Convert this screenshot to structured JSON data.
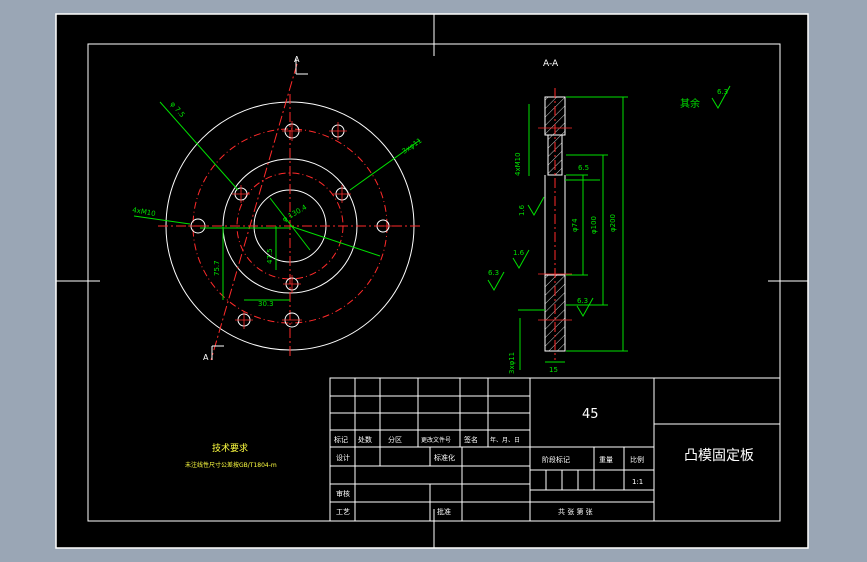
{
  "colors": {
    "background": "#9aa6b5",
    "paper": "#000000",
    "line_white": "#ffffff",
    "center_red": "#ff2a2a",
    "dimension_green": "#00e000",
    "text_yellow": "#ffff40"
  },
  "section_marker": {
    "letter_top": "A",
    "letter_bottom": "A"
  },
  "front_view": {
    "labels": {
      "hole_dia": "φ 7.5",
      "pcd": "φ 130.4",
      "center_offset": "47.5",
      "dist_x": "75.7",
      "dist_small": "30.3",
      "thread_left": "4xM10",
      "holes_right": "3xφ11"
    }
  },
  "section_view": {
    "title": "A-A",
    "labels": {
      "thread_dim": "4xM10",
      "step_dim": "6.5",
      "dia_mid": "φ74",
      "dia_inner": "φ100",
      "dia_outer": "φ200",
      "thickness": "15",
      "hole_bottom": "3xφ11"
    },
    "roughness": [
      "1.6",
      "1.6",
      "6.3",
      "6.3"
    ]
  },
  "roughness_rest": {
    "label": "其余",
    "value": "6.3"
  },
  "tech_requirements": {
    "title": "技术要求",
    "line": "未注线性尺寸公差按GB/T1804-m"
  },
  "title_block": {
    "material": "45",
    "part_name": "凸模固定板",
    "scale": "1:1",
    "headers": [
      "标记",
      "处数",
      "分区",
      "更改文件号",
      "签名",
      "年、月、日"
    ],
    "row_design": [
      "设计",
      "标准化"
    ],
    "row_review": "审核",
    "row_craft": "工艺",
    "approve": "批准",
    "stage_mark": "阶段标记",
    "weight": "重量",
    "scale_label": "比例",
    "sheets": "共   张   第   张"
  }
}
